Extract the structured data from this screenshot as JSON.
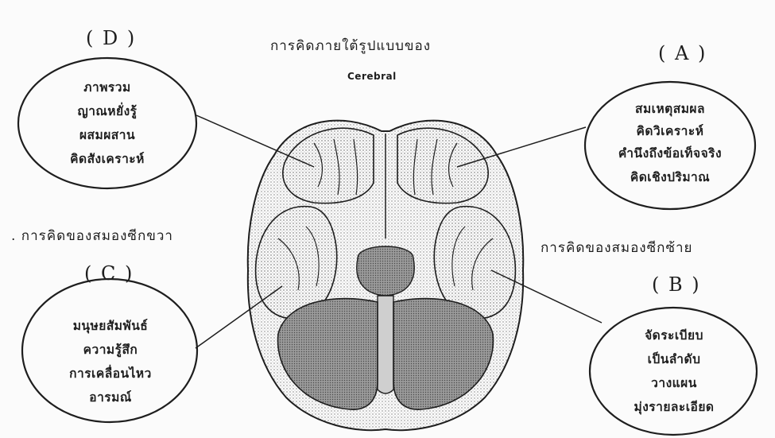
{
  "title": "การคิดภายใต้รูปแบบของ",
  "subtitle": "Cerebral",
  "left_caption": ". การคิดของสมองซีกขวา",
  "right_caption": "การคิดของสมองซีกซ้าย",
  "quadrants": {
    "A": {
      "letter": "( A )",
      "lines": [
        "สมเหตุสมผล",
        "คิดวิเคราะห์",
        "คำนึงถึงข้อเท็จจริง",
        "คิดเชิงปริมาณ"
      ]
    },
    "B": {
      "letter": "( B )",
      "lines": [
        "จัดระเบียบ",
        "เป็นลำดับ",
        "วางแผน",
        "มุ่งรายละเอียด"
      ]
    },
    "C": {
      "letter": "( C )",
      "lines": [
        "มนุษยสัมพันธ์",
        "ความรู้สึก",
        "การเคลื่อนไหว",
        "อารมณ์"
      ]
    },
    "D": {
      "letter": "( D )",
      "lines": [
        "ภาพรวม",
        "ญาณหยั่งรู้",
        "ผสมผสาน",
        "คิดสังเคราะห์"
      ]
    }
  },
  "colors": {
    "ink": "#1e1e1e",
    "stipple": "#8a8a8a",
    "paper": "#fbfbfb"
  }
}
